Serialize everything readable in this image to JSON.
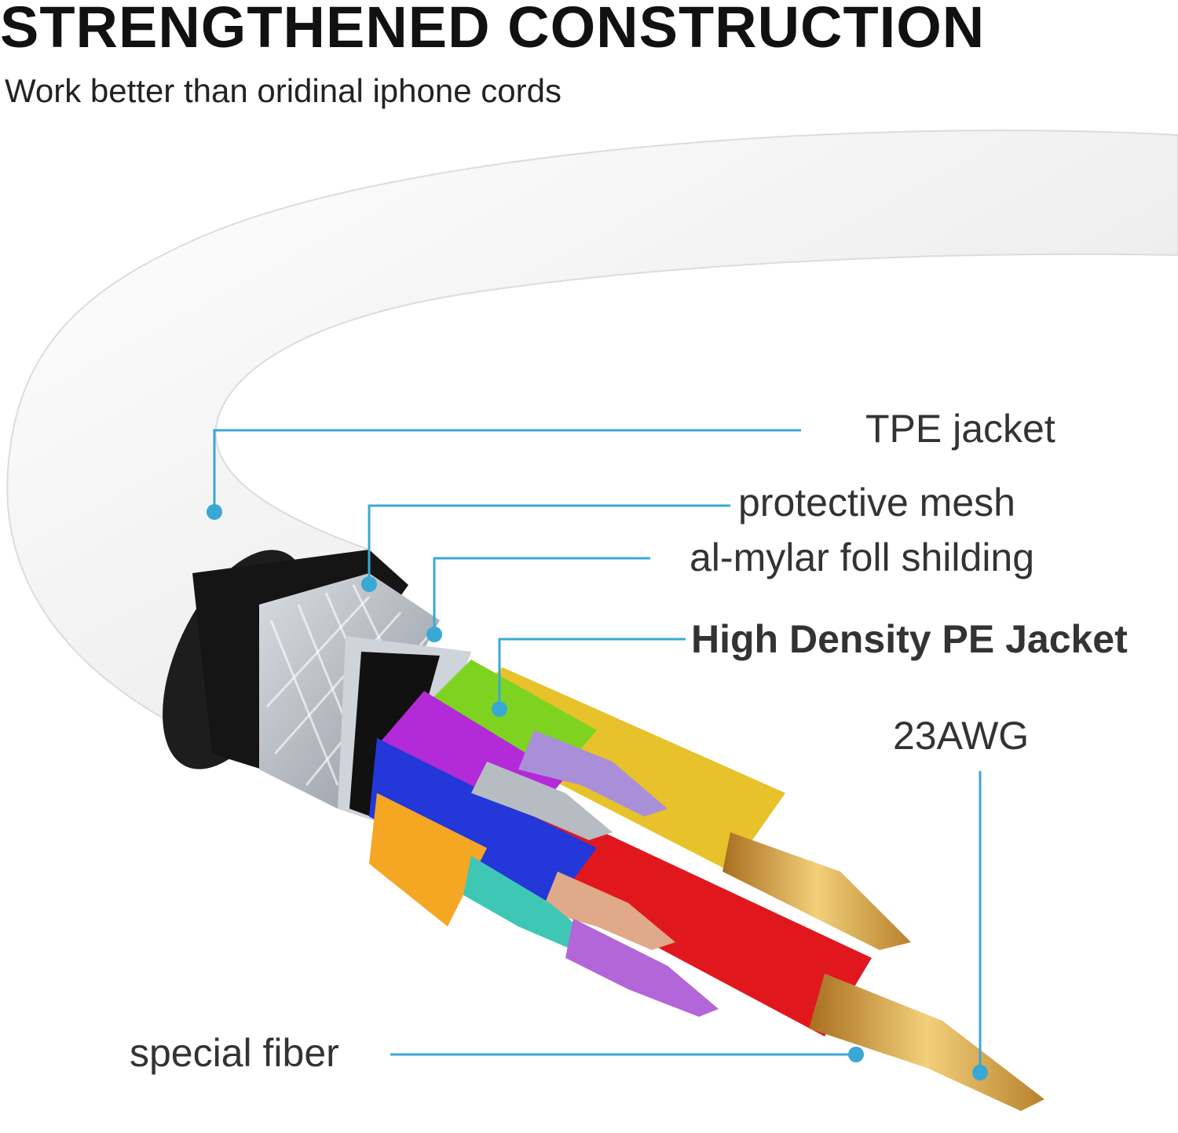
{
  "header": {
    "title": "STRENGTHENED CONSTRUCTION",
    "subtitle": "Work better than oridinal iphone cords"
  },
  "callouts": [
    {
      "id": "tpe",
      "text": "TPE jacket"
    },
    {
      "id": "mesh",
      "text": "protective mesh"
    },
    {
      "id": "mylar",
      "text": "al-mylar foll shilding"
    },
    {
      "id": "pe",
      "text": "High Density PE Jacket"
    },
    {
      "id": "awg",
      "text": "23AWG"
    },
    {
      "id": "fiber",
      "text": "special fiber"
    }
  ],
  "colors": {
    "accent_line": "#3aa8d4",
    "cable_white": "#f2f2f2",
    "wire_colors": [
      "#7ed321",
      "#b32ad8",
      "#2437d8",
      "#f5a623",
      "#e8c22a",
      "#e0181e"
    ],
    "copper": "#d9a441"
  }
}
